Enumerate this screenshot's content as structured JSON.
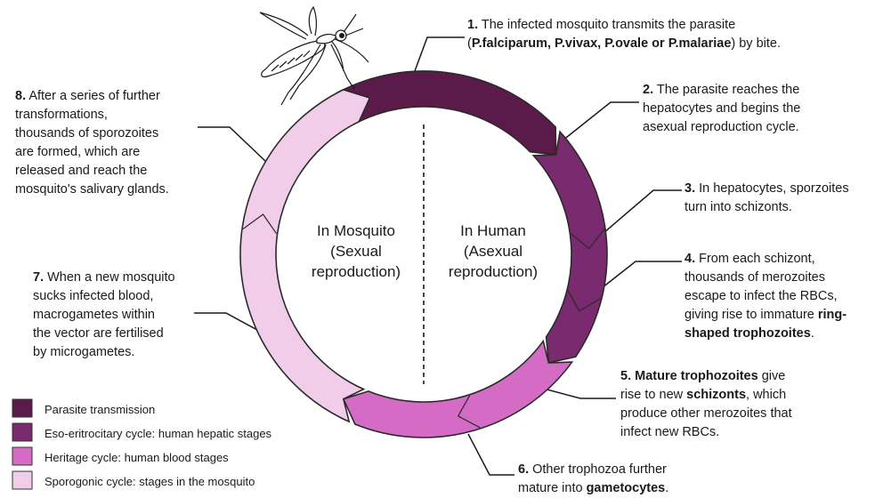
{
  "colors": {
    "transmission": "#5a1a4a",
    "hepatic": "#7a2a6e",
    "blood": "#d46cc6",
    "mosquito": "#f1cdea",
    "outline": "#2a2a2a"
  },
  "center": {
    "mosquito_line1": "In Mosquito",
    "mosquito_line2": "(Sexual",
    "mosquito_line3": "reproduction)",
    "human_line1": "In Human",
    "human_line2": "(Asexual",
    "human_line3": "reproduction)"
  },
  "notes": {
    "n1": {
      "num": "1.",
      "t1": " The infected mosquito transmits the parasite",
      "t2": "(",
      "b2": "P.falciparum, P.vivax, P.ovale or P.malariae",
      "t3": ") by bite."
    },
    "n2": {
      "num": "2.",
      "t1": " The parasite reaches the",
      "t2": "hepatocytes and begins the",
      "t3": "asexual reproduction cycle."
    },
    "n3": {
      "num": "3.",
      "t1": " In hepatocytes, sporzoites",
      "t2": "turn into schizonts."
    },
    "n4": {
      "num": "4.",
      "t1": " From each schizont,",
      "t2": "thousands of merozoites",
      "t3": "escape to infect the RBCs,",
      "t4": "giving rise to immature ",
      "b4": "ring-",
      "b5": "shaped trophozoites",
      "t5": "."
    },
    "n5": {
      "num": "5.",
      "b1": " Mature trophozoites",
      "t1": " give",
      "t2": "rise to new ",
      "b2": "schizonts",
      "t2b": ", which",
      "t3": "produce other merozoites that",
      "t4": "infect new RBCs."
    },
    "n6": {
      "num": "6.",
      "t1": " Other trophozoa further",
      "t2": "mature into ",
      "b2": "gametocytes",
      "t3": "."
    },
    "n7": {
      "num": "7.",
      "t1": " When a new mosquito",
      "t2": "sucks infected blood,",
      "t3": "macrogametes within",
      "t4": "the vector are fertilised",
      "t5": "by microgametes."
    },
    "n8": {
      "num": "8.",
      "t1": " After a series of further",
      "t2": "transformations,",
      "t3": "thousands of sporozoites",
      "t4": "are formed, which are",
      "t5": "released and reach the",
      "t6": "mosquito's salivary glands."
    }
  },
  "legend": [
    {
      "label": "Parasite transmission",
      "color": "#5a1a4a"
    },
    {
      "label": "Eso-eritrocitary cycle: human hepatic stages",
      "color": "#7a2a6e"
    },
    {
      "label": "Heritage cycle: human blood stages",
      "color": "#d46cc6"
    },
    {
      "label": "Sporogonic cycle: stages in the mosquito",
      "color": "#f1cdea"
    }
  ]
}
